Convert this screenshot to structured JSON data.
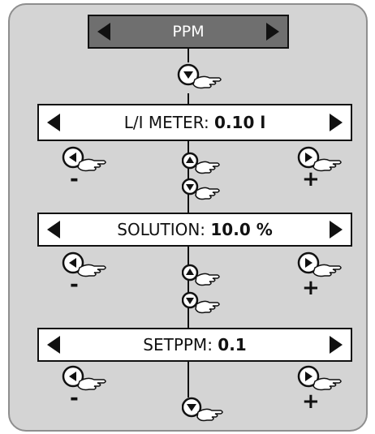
{
  "header": {
    "label": "PPM"
  },
  "rows": [
    {
      "label": "L/I METER: ",
      "value": "0.10 l"
    },
    {
      "label": "SOLUTION: ",
      "value": "10.0 %"
    },
    {
      "label": "SETPPM: ",
      "value": "0.1"
    }
  ],
  "signs": {
    "minus": "-",
    "plus": "+"
  },
  "icons": {
    "left": "triangle-left-icon",
    "right": "triangle-right-icon",
    "up": "triangle-up-icon",
    "down": "triangle-down-icon",
    "hand": "pointing-hand-icon"
  },
  "colors": {
    "panel": "#d4d4d4",
    "border": "#8e8e8e",
    "header_bar": "#6f6f6f",
    "line": "#111111"
  }
}
